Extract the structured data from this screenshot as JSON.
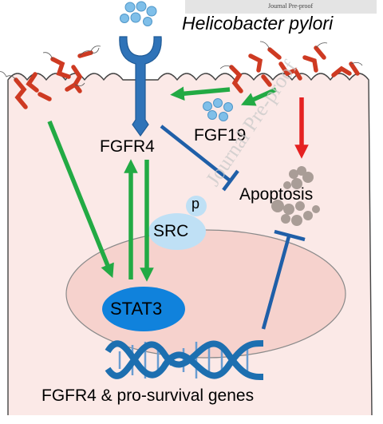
{
  "header": {
    "banner_text": "Journal Pre-proof",
    "title": "Helicobacter pylori"
  },
  "labels": {
    "receptor": "FGFR4",
    "ligand": "FGF19",
    "apoptosis": "Apoptosis",
    "phospho": "p",
    "kinase": "SRC",
    "transcription_factor": "STAT3",
    "genes": "FGFR4 & pro-survival genes"
  },
  "watermark": "Journal Pre-proof",
  "colors": {
    "cell_fill": "#fbe9e7",
    "nucleus_fill": "#f6d2cd",
    "activation_arrow": "#22aa44",
    "inhibition": "#1f5fa8",
    "stress_arrow": "#e52121",
    "receptor": "#2f73b8",
    "stat3": "#1082dc",
    "src": "#bfe0f5",
    "fgf19": "#7fbfe9",
    "bacteria": "#d9442a",
    "apoptotic_body": "#a99d97"
  }
}
